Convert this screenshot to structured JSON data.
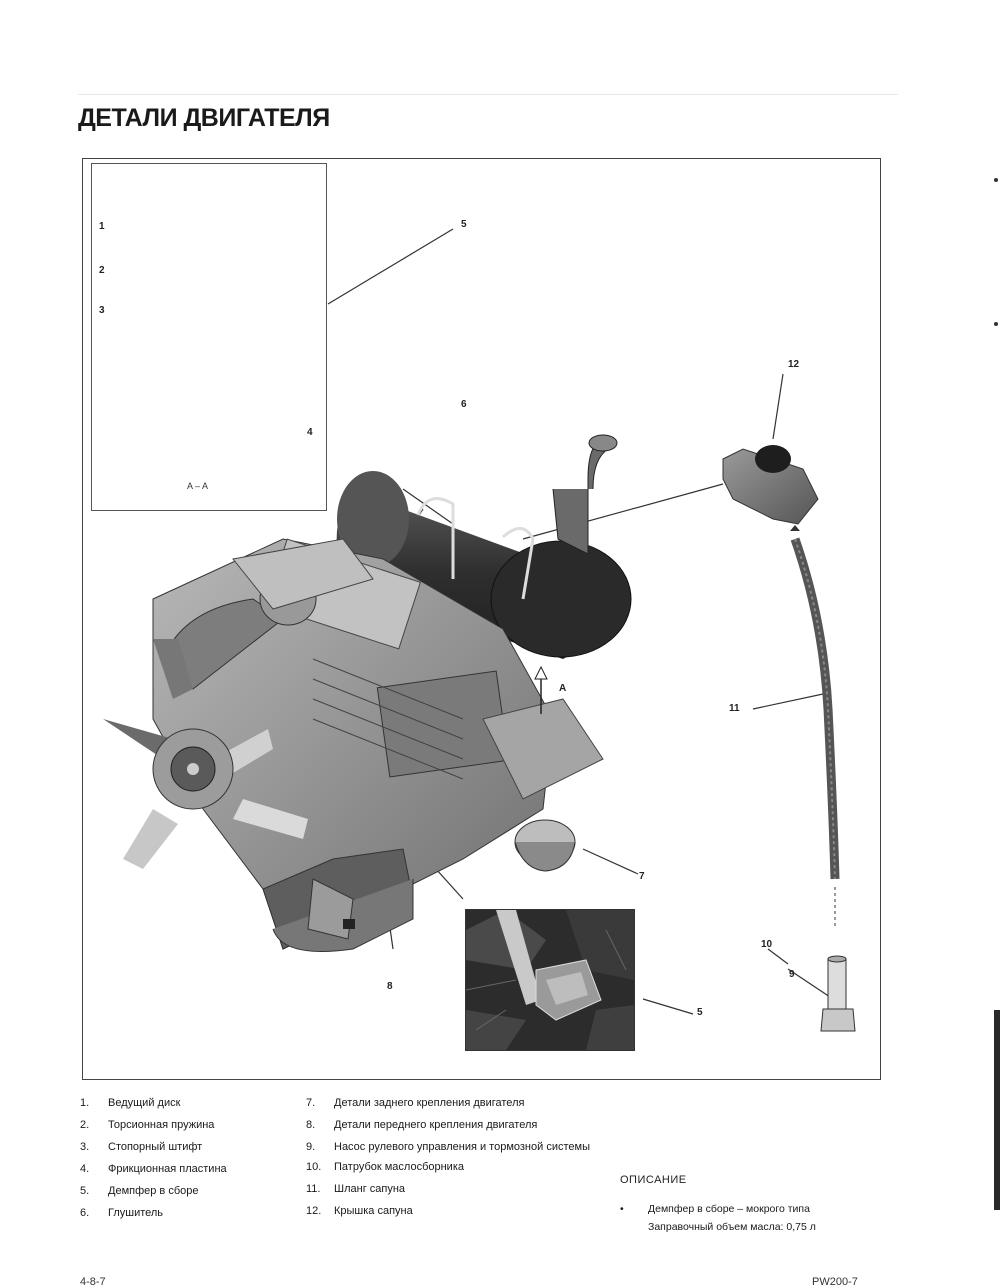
{
  "page": {
    "title": "ДЕТАЛИ ДВИГАТЕЛЯ",
    "footer_left": "4-8-7",
    "footer_right": "PW200-7"
  },
  "figure": {
    "view_label": "A – A",
    "arrow_label": "A",
    "callouts": {
      "c1": "1",
      "c2": "2",
      "c3": "3",
      "c4": "4",
      "c5_top": "5",
      "c5_photo": "5",
      "c6": "6",
      "c7": "7",
      "c8": "8",
      "c9": "9",
      "c10": "10",
      "c11": "11",
      "c12": "12"
    }
  },
  "legend": {
    "col1": [
      {
        "num": "1.",
        "text": "Ведущий диск"
      },
      {
        "num": "2.",
        "text": "Торсионная пружина"
      },
      {
        "num": "3.",
        "text": "Стопорный штифт"
      },
      {
        "num": "4.",
        "text": "Фрикционная пластина"
      },
      {
        "num": "5.",
        "text": "Демпфер в сборе"
      },
      {
        "num": "6.",
        "text": "Глушитель"
      }
    ],
    "col2": [
      {
        "num": "7.",
        "text": "Детали заднего крепления двигателя"
      },
      {
        "num": "8.",
        "text": "Детали переднего крепления двигателя"
      },
      {
        "num": "9.",
        "text": "Насос рулевого управления и тормозной системы"
      },
      {
        "num": "10.",
        "text": "Патрубок маслосборника"
      },
      {
        "num": "11.",
        "text": "Шланг сапуна"
      },
      {
        "num": "12.",
        "text": "Крышка сапуна"
      }
    ]
  },
  "description": {
    "heading": "ОПИСАНИЕ",
    "bullet": "•",
    "line1": "Демпфер в сборе – мокрого типа",
    "line2": "Заправочный объем масла: 0,75 л"
  },
  "colors": {
    "frame": "#444444",
    "engine_dark": "#3a3a3a",
    "engine_mid": "#8c8c8c",
    "engine_light": "#c9c9c9"
  }
}
